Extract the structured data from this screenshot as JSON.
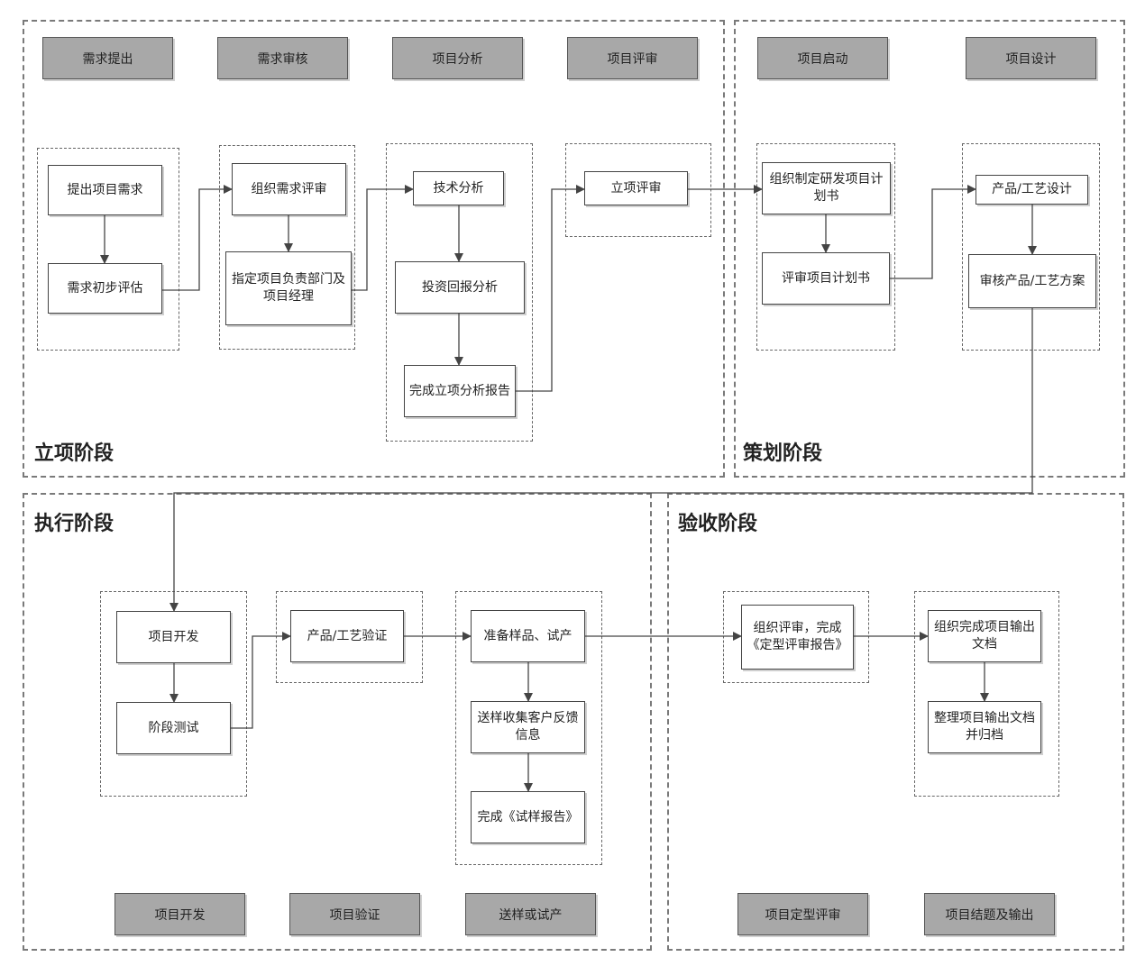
{
  "stages": {
    "initiation": "立项阶段",
    "planning": "策划阶段",
    "execution": "执行阶段",
    "acceptance": "验收阶段"
  },
  "headers": {
    "demand_submit": "需求提出",
    "demand_review": "需求审核",
    "project_analysis": "项目分析",
    "project_review": "项目评审",
    "project_start": "项目启动",
    "project_design": "项目设计",
    "project_dev": "项目开发",
    "project_verify": "项目验证",
    "sample_trial": "送样或试产",
    "final_review": "项目定型评审",
    "closing_output": "项目结题及输出"
  },
  "steps": {
    "s1": "提出项目需求",
    "s2": "需求初步评估",
    "s3": "组织需求评审",
    "s4": "指定项目负责部门及项目经理",
    "s5": "技术分析",
    "s6": "投资回报分析",
    "s7": "完成立项分析报告",
    "s8": "立项评审",
    "s9": "组织制定研发项目计划书",
    "s10": "评审项目计划书",
    "s11": "产品/工艺设计",
    "s12": "审核产品/工艺方案",
    "s13": "项目开发",
    "s14": "阶段测试",
    "s15": "产品/工艺验证",
    "s16": "准备样品、试产",
    "s17": "送样收集客户反馈信息",
    "s18": "完成《试样报告》",
    "s19": "组织评审，完成《定型评审报告》",
    "s20": "组织完成项目输出文档",
    "s21": "整理项目输出文档并归档"
  }
}
